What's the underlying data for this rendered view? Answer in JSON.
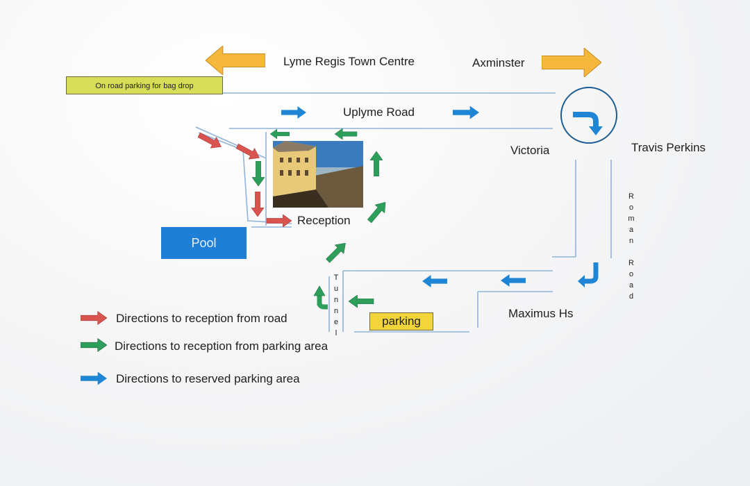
{
  "places": {
    "lyme_regis": "Lyme Regis Town Centre",
    "axminster": "Axminster",
    "uplyme_road": "Uplyme Road",
    "victoria": "Victoria",
    "travis_perkins": "Travis Perkins",
    "reception": "Reception",
    "pool": "Pool",
    "maximus": "Maximus Hs",
    "parking": "parking",
    "bag_drop": "On road parking for bag drop",
    "roman_road": "Roman Road",
    "tunnel": "Tunnel"
  },
  "legend": [
    {
      "color": "#d9534f",
      "label": "Directions to reception from road"
    },
    {
      "color": "#2e9e5b",
      "label": "Directions to reception from parking area"
    },
    {
      "color": "#1f86d6",
      "label": "Directions to reserved parking area"
    }
  ],
  "colors": {
    "road_line": "#8fb3d9",
    "red_arrow": "#d9534f",
    "green_arrow": "#2e9e5b",
    "blue_arrow": "#1f86d6",
    "orange_arrow": "#f5b83d"
  }
}
